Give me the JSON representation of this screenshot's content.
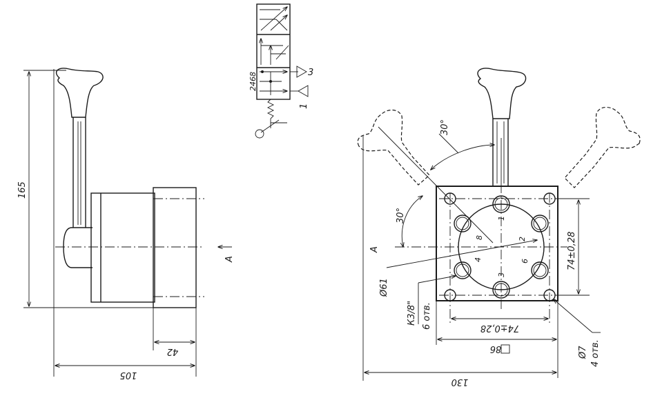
{
  "side_view": {
    "dim_height": "165",
    "dim_length": "105",
    "dim_flange": "42",
    "view_label": "A"
  },
  "symbol": {
    "port_numbers": "2468",
    "port_3": "3",
    "port_1": "1"
  },
  "front_view": {
    "angle_upper": "30°",
    "angle_left": "30°",
    "view_label": "A",
    "dim_circle": "Ø61",
    "thread_label": "К3/8\"",
    "thread_count": "6 отв.",
    "dim_vertical": "74±0,28",
    "dim_horizontal": "74±0,28",
    "dim_square": "86",
    "hole_label": "Ø7",
    "hole_count": "4 отв.",
    "dim_width": "130",
    "port_numbers": [
      "1",
      "2",
      "3",
      "4",
      "6",
      "8"
    ]
  }
}
